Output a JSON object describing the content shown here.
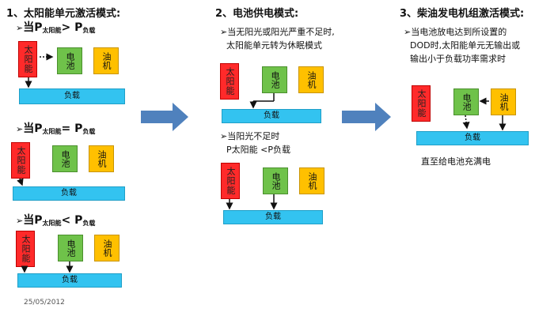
{
  "section1": {
    "title": "1、太阳能单元激活模式:",
    "case_a": {
      "prefix": "当P",
      "sub1": "太阳能",
      "op": "> P",
      "sub2": "负载"
    },
    "case_b": {
      "prefix": "当P",
      "sub1": "太阳能",
      "op": "= P",
      "sub2": "负载"
    },
    "case_c": {
      "prefix": "当P",
      "sub1": "太阳能",
      "op": "< P",
      "sub2": "负载"
    }
  },
  "section2": {
    "title": "2、电池供电模式:",
    "desc1_line1": "当无阳光或阳光严重不足时,",
    "desc1_line2": "太阳能单元转为休眠模式",
    "desc2_line1": "当阳光不足时",
    "desc2_line2": "P太阳能 <P负载"
  },
  "section3": {
    "title": "3、柴油发电机组激活模式:",
    "desc_line1": "当电池放电达到所设置的",
    "desc_line2": "DOD时,太阳能单元无输出或",
    "desc_line3": "输出小于负载功率需求时",
    "footer": "直至给电池充满电"
  },
  "labels": {
    "solar": "太阳能",
    "battery": "电池",
    "oil": "油机",
    "load": "负载",
    "bullet": "➢"
  },
  "date": "25/05/2012",
  "colors": {
    "solar": "#ff2a2a",
    "battery": "#6fc24a",
    "oil": "#ffc000",
    "load": "#33c3f0",
    "arrow": "#4f81bd"
  }
}
